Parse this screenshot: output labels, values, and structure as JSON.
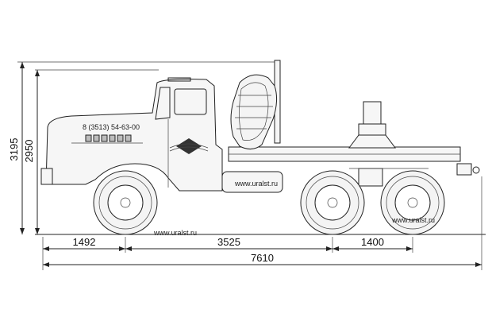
{
  "dimensions": {
    "overall_height": "3195",
    "cab_height": "2950",
    "front_overhang": "1492",
    "wheelbase_front": "3525",
    "rear_axle_spacing": "1400",
    "overall_length": "7610"
  },
  "labels": {
    "phone": "8 (3513) 54-63-00",
    "site_tank": "www.uralst.ru",
    "site_rear": "www.uralst.ru",
    "site_bottom": "www.uralst.ru"
  }
}
